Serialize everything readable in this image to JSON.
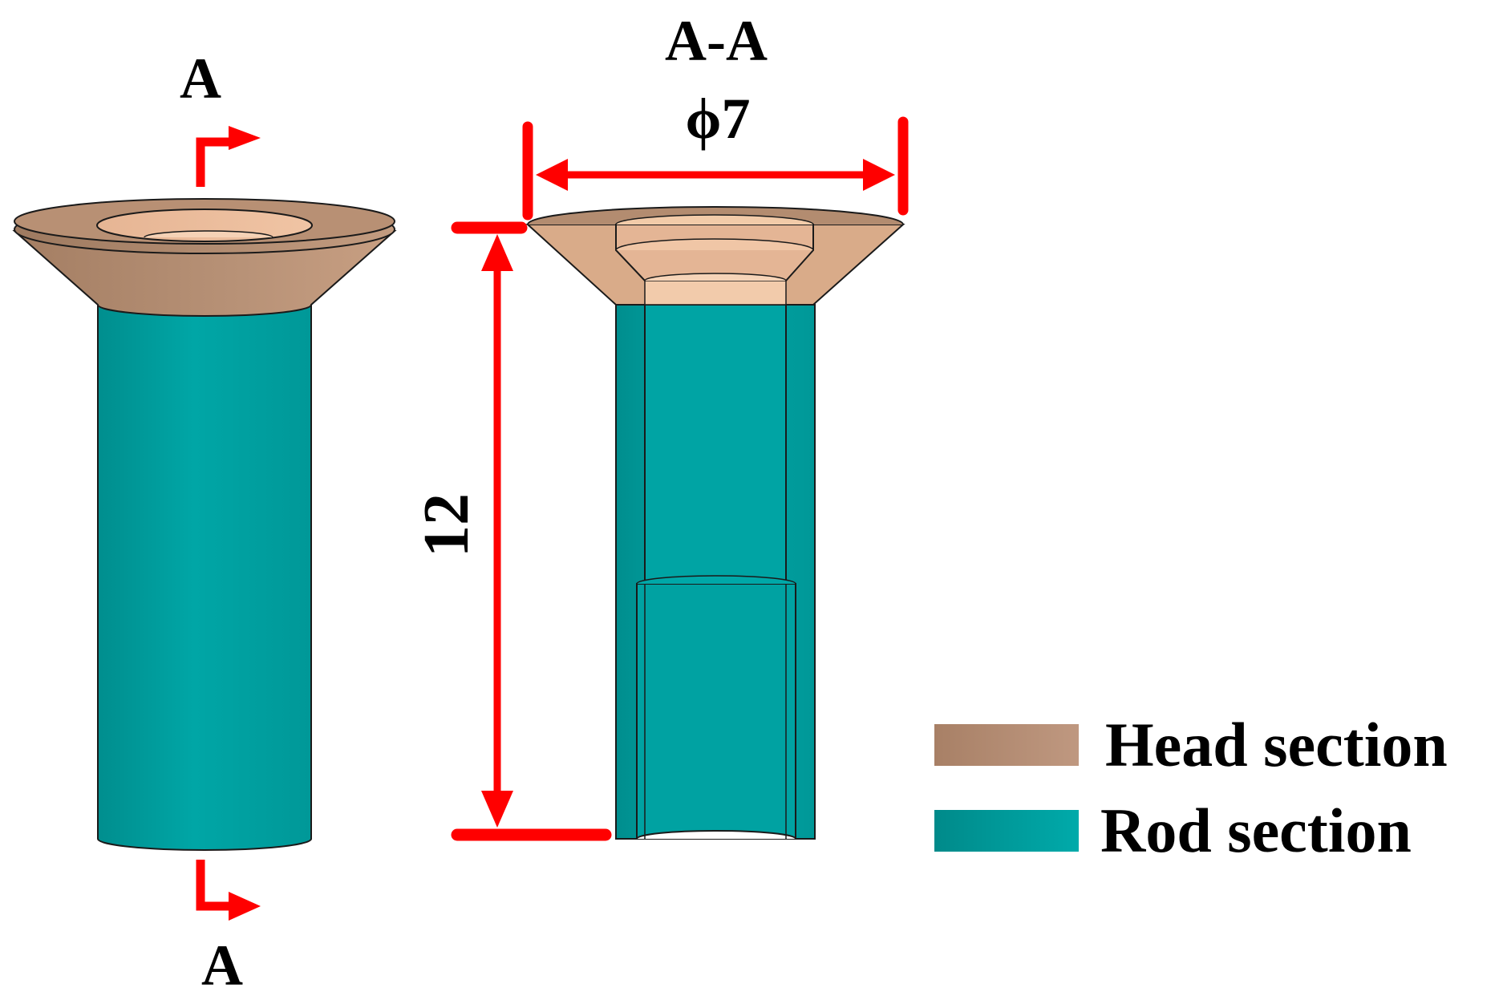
{
  "labels": {
    "section_top": "A",
    "section_bottom": "A",
    "section_view_title": "A-A",
    "diameter": "ϕ7",
    "length": "12"
  },
  "legend": {
    "items": [
      {
        "label": "Head section",
        "color": "#b48f73"
      },
      {
        "label": "Rod section",
        "color": "#00a0a0"
      }
    ]
  },
  "colors": {
    "dimension_red": "#ff0000",
    "head_light": "#dcae8c",
    "head_dark": "#a88066",
    "rod": "#00a0a0",
    "rod_dark": "#008a8a",
    "outline": "#1a1a1a"
  }
}
